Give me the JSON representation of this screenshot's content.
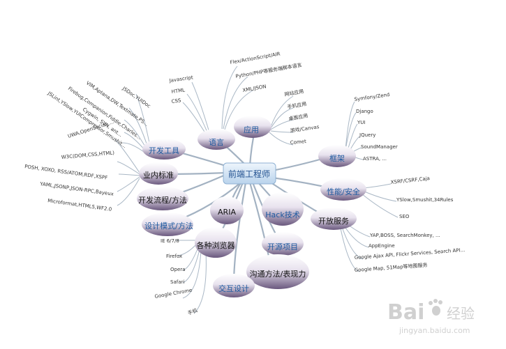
{
  "center": "前端工程师",
  "nodes": {
    "yuyan": "语言",
    "yingyong": "应用",
    "kuangjia": "框架",
    "xingneng": "性能/安全",
    "kaifang": "开放服务",
    "hack": "Hack技术",
    "kaiyuan": "开源项目",
    "goutong": "沟通方法/表现力",
    "jiaohu": "交互设计",
    "liulanqi": "各种浏览器",
    "sheji": "设计模式/方法",
    "aria": "ARIA",
    "liucheng": "开发流程/方法",
    "biaozhun": "业内标准",
    "gongju": "开发工具"
  },
  "leaves": {
    "yuyan": [
      "Javascript",
      "HTML",
      "CSS"
    ],
    "yuyan_extra": [
      "Flex/ActionScript/AIR",
      "Python/PHP等服务端脚本语言",
      "XML/JSON"
    ],
    "yingyong": [
      "网站应用",
      "手机应用",
      "桌面应用",
      "游戏/Canvas",
      "Comet"
    ],
    "kuangjia": [
      "Symfony/Zend",
      "Django",
      "YUI",
      "JQuery",
      "SoundManager",
      "ASTRA, ..."
    ],
    "xingneng": [
      "XSRF/CSRF,Caja",
      "YSlow,Smushit,34Rules",
      "SEO"
    ],
    "kaifang": [
      "YAP,BOSS, SearchMonkey, ...",
      "AppEngine",
      "Google Ajax API, Flickr Services, Search API...",
      "Google Map, 51Map等地图服务"
    ],
    "liulanqi": [
      "IE 6/7/8",
      "Firefox",
      "Opera",
      "Safari",
      "Google Chrome",
      "手机"
    ],
    "biaozhun": [
      "UWA,OpenSocial, ...",
      "W3C(DOM,CSS,HTML)",
      "POSH, XOXO, RSS/ATOM,RDF,XSPF",
      "YAML,JSONP,JSON-RPC,Bayeux",
      "Microformat,HTML5,WF2.0"
    ],
    "gongju": [
      "JSDoc,YUIDoc",
      "VIM,Aptana,DW,Textmate,PS...",
      "Firebug,Companion,Fiddle,Charles...",
      "Cygwin, SVN, ant...",
      "JSLint,YSlow,YUICompressor,Smushit..."
    ]
  },
  "watermark": {
    "brand": "Bai",
    "brand_cn": "经验",
    "url": "jingyan.baidu.com"
  },
  "colors": {
    "ellipse_light": "#f4f0f7",
    "ellipse_dark": "#6c5a80",
    "center_fill": "#d4e4f4",
    "line": "#9fb0c0"
  }
}
